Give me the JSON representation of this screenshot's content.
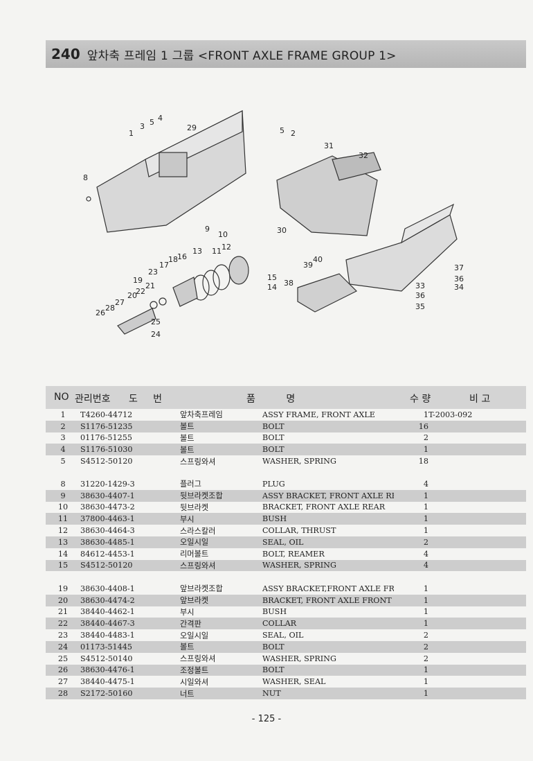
{
  "header": {
    "number": "240",
    "title": "앞차축 프레임 1 그룹 <FRONT AXLE FRAME GROUP 1>"
  },
  "columns": {
    "no": "NO",
    "mgmt": "관리번호",
    "drawing": "도     번",
    "name": "품          명",
    "qty": "수 량",
    "remark": "비 고"
  },
  "callouts": [
    "1",
    "2",
    "3",
    "4",
    "5",
    "5",
    "8",
    "9",
    "10",
    "11",
    "12",
    "13",
    "14",
    "15",
    "16",
    "17",
    "18",
    "19",
    "20",
    "21",
    "22",
    "23",
    "24",
    "25",
    "26",
    "27",
    "28",
    "29",
    "30",
    "31",
    "32",
    "33",
    "34",
    "35",
    "36",
    "36",
    "37",
    "38",
    "39",
    "40"
  ],
  "group1": [
    {
      "no": "1",
      "part": "T4260-44712",
      "kr": "앞차축프레임",
      "en": "ASSY FRAME, FRONT AXLE",
      "qty": "1",
      "remark": "T-2003-092"
    },
    {
      "no": "2",
      "part": "S1176-51235",
      "kr": "볼트",
      "en": "BOLT",
      "qty": "16",
      "remark": ""
    },
    {
      "no": "3",
      "part": "01176-51255",
      "kr": "볼트",
      "en": "BOLT",
      "qty": "2",
      "remark": ""
    },
    {
      "no": "4",
      "part": "S1176-51030",
      "kr": "볼트",
      "en": "BOLT",
      "qty": "1",
      "remark": ""
    },
    {
      "no": "5",
      "part": "S4512-50120",
      "kr": "스프링와셔",
      "en": "WASHER, SPRING",
      "qty": "18",
      "remark": ""
    }
  ],
  "group2": [
    {
      "no": "8",
      "part": "31220-1429-3",
      "kr": "플러그",
      "en": "PLUG",
      "qty": "4",
      "remark": ""
    },
    {
      "no": "9",
      "part": "38630-4407-1",
      "kr": "뒷브라켓조합",
      "en": "ASSY BRACKET, FRONT AXLE REAR",
      "qty": "1",
      "remark": ""
    },
    {
      "no": "10",
      "part": "38630-4473-2",
      "kr": "뒷브라켓",
      "en": "BRACKET, FRONT AXLE REAR",
      "qty": "1",
      "remark": ""
    },
    {
      "no": "11",
      "part": "37800-4463-1",
      "kr": "부시",
      "en": "BUSH",
      "qty": "1",
      "remark": ""
    },
    {
      "no": "12",
      "part": "38630-4464-3",
      "kr": "스라스칼러",
      "en": "COLLAR, THRUST",
      "qty": "1",
      "remark": ""
    },
    {
      "no": "13",
      "part": "38630-4485-1",
      "kr": "오일시일",
      "en": "SEAL, OIL",
      "qty": "2",
      "remark": ""
    },
    {
      "no": "14",
      "part": "84612-4453-1",
      "kr": "리머볼트",
      "en": "BOLT, REAMER",
      "qty": "4",
      "remark": ""
    },
    {
      "no": "15",
      "part": "S4512-50120",
      "kr": "스프링와셔",
      "en": "WASHER, SPRING",
      "qty": "4",
      "remark": ""
    }
  ],
  "group3": [
    {
      "no": "19",
      "part": "38630-4408-1",
      "kr": "앞브라켓조합",
      "en": "ASSY BRACKET,FRONT AXLE FRONT",
      "qty": "1",
      "remark": ""
    },
    {
      "no": "20",
      "part": "38630-4474-2",
      "kr": "앞브라켓",
      "en": "BRACKET, FRONT AXLE FRONT",
      "qty": "1",
      "remark": ""
    },
    {
      "no": "21",
      "part": "38440-4462-1",
      "kr": "부시",
      "en": "BUSH",
      "qty": "1",
      "remark": ""
    },
    {
      "no": "22",
      "part": "38440-4467-3",
      "kr": "간격판",
      "en": "COLLAR",
      "qty": "1",
      "remark": ""
    },
    {
      "no": "23",
      "part": "38440-4483-1",
      "kr": "오일시일",
      "en": "SEAL, OIL",
      "qty": "2",
      "remark": ""
    },
    {
      "no": "24",
      "part": "01173-51445",
      "kr": "볼트",
      "en": "BOLT",
      "qty": "2",
      "remark": ""
    },
    {
      "no": "25",
      "part": "S4512-50140",
      "kr": "스프링와셔",
      "en": "WASHER, SPRING",
      "qty": "2",
      "remark": ""
    },
    {
      "no": "26",
      "part": "38630-4476-1",
      "kr": "조정볼트",
      "en": "BOLT",
      "qty": "1",
      "remark": ""
    },
    {
      "no": "27",
      "part": "38440-4475-1",
      "kr": "시일와셔",
      "en": "WASHER, SEAL",
      "qty": "1",
      "remark": ""
    },
    {
      "no": "28",
      "part": "S2172-50160",
      "kr": "너트",
      "en": "NUT",
      "qty": "1",
      "remark": ""
    }
  ],
  "footer": {
    "page": "- 125 -"
  }
}
